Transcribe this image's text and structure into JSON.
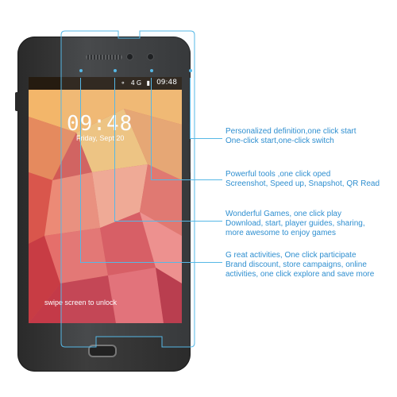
{
  "phone": {
    "status_time": "09:48",
    "status_icons": "⚬ 4G ▮",
    "clock": "09:48",
    "date": "Friday, Sept 20",
    "unlock_hint": "swipe screen to unlock"
  },
  "callouts": [
    {
      "title": "Personalized definition,one click start",
      "detail": "One-click start,one-click switch"
    },
    {
      "title": "Powerful tools ,one click oped",
      "detail": "Screenshot, Speed up, Snapshot, QR Read"
    },
    {
      "title": "Wonderful Games, one click play",
      "detail": " Download, start, player guides, sharing,",
      "detail2": "more awesome to enjoy games"
    },
    {
      "title": "G reat activities, One click participate",
      "detail": " Brand discount, store campaigns, online",
      "detail2": " activities, one click explore and save more"
    }
  ],
  "colors": {
    "callout_blue": "#2f8fd0",
    "leader_blue": "#56b8e6"
  }
}
